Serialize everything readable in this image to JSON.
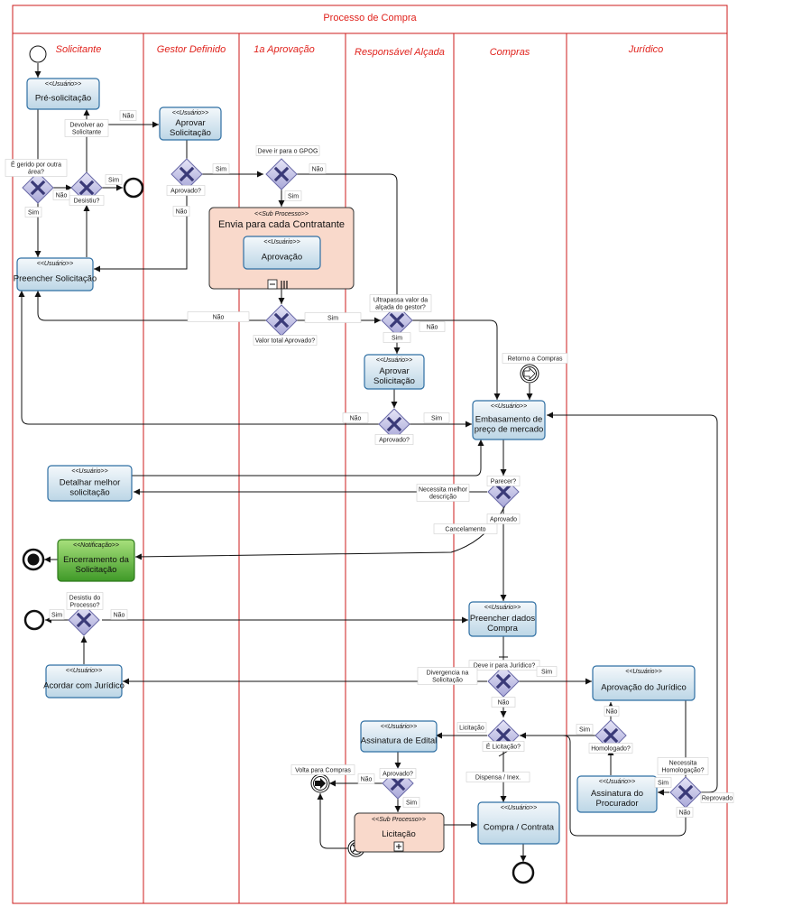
{
  "pool": {
    "title": "Processo de Compra"
  },
  "lanes": [
    "Solicitante",
    "Gestor Definido",
    "1a Aprovação",
    "Responsável Alçada",
    "Compras",
    "Jurídico"
  ],
  "stereotypes": {
    "user": "<<Usuário>>",
    "subprocess": "<<Sub Processo>>",
    "notification": "<<Notificação>>"
  },
  "tasks": {
    "pre_solicitacao": [
      "Pré-solicitação"
    ],
    "aprovar_gestor": [
      "Aprovar",
      "Solicitação"
    ],
    "preencher_solicitacao": [
      "Preencher Solicitação"
    ],
    "aprovacao_sub": [
      "Aprovação"
    ],
    "aprovar_alcada": [
      "Aprovar",
      "Solicitação"
    ],
    "embasamento": [
      "Embasamento de",
      "preço de mercado"
    ],
    "detalhar": [
      "Detalhar melhor",
      "solicitação"
    ],
    "encerramento": [
      "Encerramento da",
      "Solicitação"
    ],
    "preencher_compra": [
      "Preencher dados",
      "Compra"
    ],
    "acordar_juridico": [
      "Acordar com Jurídico"
    ],
    "aprovacao_juridico": [
      "Aprovação do Jurídico"
    ],
    "assinatura_edital": [
      "Assinatura de Edital"
    ],
    "assinatura_procurador": [
      "Assinatura do",
      "Procurador"
    ],
    "compra_contrata": [
      "Compra / Contrata"
    ]
  },
  "subprocesses": {
    "envia_contratante": "Envia para cada Contratante",
    "licitacao": "Licitação"
  },
  "gateways": {
    "gerido_outra_area": [
      "É gerido por outra",
      "área?"
    ],
    "devolver_solicitante": [
      "Devolver ao",
      "Solicitante"
    ],
    "desistiu": "Desistiu?",
    "aprovado_gestor": "Aprovado?",
    "deve_ir_gpog": "Deve ir para o GPOG",
    "valor_total": "Valor total Aprovado?",
    "ultrapassa": [
      "Ultrapassa valor da",
      "alçada do gestor?"
    ],
    "aprovado_alcada": "Aprovado?",
    "parecer": "Parecer?",
    "desistiu_processo": [
      "Desistiu do",
      "Processo?"
    ],
    "deve_ir_juridico": "Deve ir para Jurídico?",
    "homologado": "Homologado?",
    "necessita_homologacao": [
      "Necessita",
      "Homologação?"
    ],
    "e_licitacao": "É Licitação?",
    "aprovado_licitacao": "Aprovado?"
  },
  "events": {
    "retorno_compras": "Retorno a Compras",
    "volta_compras": "Volta para Compras"
  },
  "flow_labels": {
    "sim": "Sim",
    "nao": "Não",
    "necessita_melhor": [
      "Necessita melhor",
      "descrição"
    ],
    "aprovado": "Aprovado",
    "cancelamento": "Cancelamento",
    "divergencia": [
      "Divergencia na",
      "Solicitação"
    ],
    "licitacao": "Licitação",
    "dispensa": "Dispensa / Inex.",
    "reprovado": "Reprovado"
  },
  "colors": {
    "lane_border": "#cc1b1b",
    "lane_title": "#e0221c",
    "task_fill_top": "#f4f8fb",
    "task_fill_bottom": "#bcd6e6",
    "task_border": "#2f6fa3",
    "notify_fill_top": "#a8e07c",
    "notify_fill_bottom": "#3f9a28",
    "notify_border": "#2f7a1c",
    "subprocess_fill": "#f9d9cb",
    "subprocess_border": "#333333",
    "gateway_fill": "#c9c8ea",
    "gateway_border": "#6a6aa8"
  }
}
